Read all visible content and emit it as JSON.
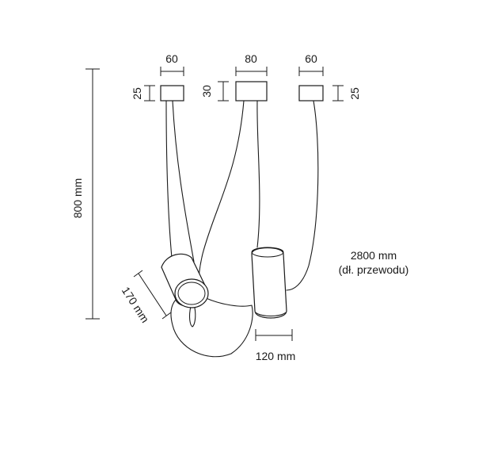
{
  "labels": {
    "canopy_left_width": "60",
    "canopy_center_width": "80",
    "canopy_right_width": "60",
    "canopy_left_height": "25",
    "canopy_center_height": "30",
    "canopy_right_height": "25",
    "total_height": "800 mm",
    "cable_length": "2800 mm",
    "cable_length_note": "(dł. przewodu)",
    "shade_length": "170 mm",
    "shade_length_bottom": "120 mm"
  }
}
